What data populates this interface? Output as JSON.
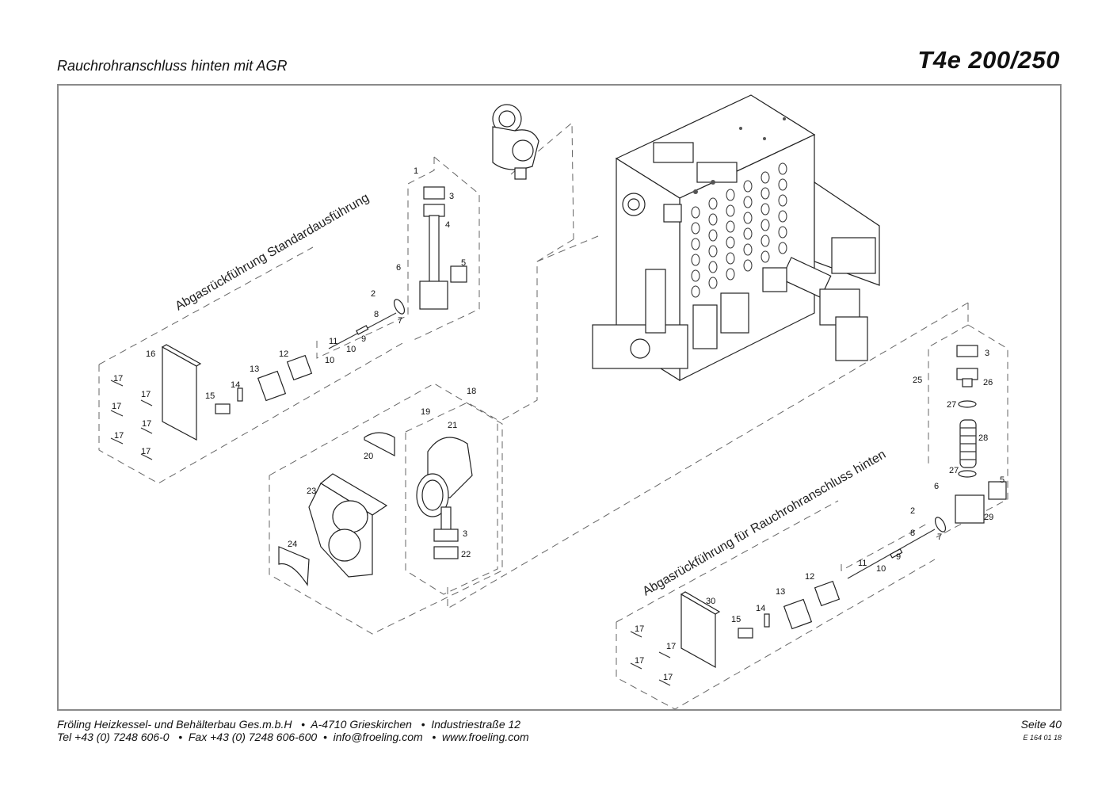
{
  "header": {
    "subtitle": "Rauchrohranschluss hinten mit AGR",
    "model": "T4e 200/250"
  },
  "diagram": {
    "group_titles": {
      "standard": "Abgasrückführung Standardausführung",
      "rear": "Abgasrückführung für Rauchrohranschluss hinten"
    },
    "labels": {
      "p1": "1",
      "p2a": "2",
      "p3a": "3",
      "p4": "4",
      "p5a": "5",
      "p6a": "6",
      "p7a": "7",
      "p8a": "8",
      "p9a": "9",
      "p10a": "10",
      "p11a": "11",
      "p12a": "12",
      "p13a": "13",
      "p14a": "14",
      "p15a": "15",
      "p16": "16",
      "p17a": "17",
      "p17b": "17",
      "p17c": "17",
      "p17d": "17",
      "p17e": "17",
      "p17f": "17",
      "p18": "18",
      "p19": "19",
      "p20": "20",
      "p21": "21",
      "p22": "22",
      "p23": "23",
      "p24": "24",
      "p3b": "3",
      "p25": "25",
      "p3c": "3",
      "p26": "26",
      "p27a": "27",
      "p28": "28",
      "p27b": "27",
      "p5b": "5",
      "p6b": "6",
      "p29": "29",
      "p2b": "2",
      "p8b": "8",
      "p7b": "7",
      "p11b": "11",
      "p9b": "9",
      "p10b": "10",
      "p10c": "10",
      "p12b": "12",
      "p13b": "13",
      "p14b": "14",
      "p30": "30",
      "p15b": "15",
      "p17g": "17",
      "p17h": "17",
      "p17i": "17",
      "p17j": "17"
    }
  },
  "footer": {
    "company": "Fröling Heizkessel- und Behälterbau Ges.m.b.H   •  A-4710 Grieskirchen   •  Industriestraße 12",
    "contact": "Tel +43 (0) 7248 606-0   •  Fax +43 (0) 7248 606-600  •  info@froeling.com   •  www.froeling.com",
    "page": "Seite 40",
    "doc_code": "E 164 01 18"
  }
}
